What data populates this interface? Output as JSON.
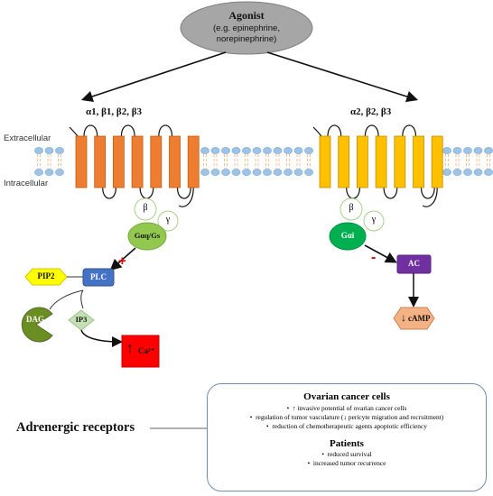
{
  "agonist": {
    "title": "Agonist",
    "subtitle_line1": "(e.g. epinephrine,",
    "subtitle_line2": "norepinephrine)"
  },
  "receptors": {
    "left_label": "α1, β1, β2, β3",
    "right_label": "α2, β2, β3"
  },
  "membrane": {
    "extracellular": "Extracellular",
    "intracellular": "Intracellular"
  },
  "left_pathway": {
    "beta": "β",
    "gamma": "γ",
    "g_alpha": "Gαq/Gs",
    "sign": "+",
    "plc": "PLC",
    "pip2": "PIP2",
    "dag": "DAG",
    "ip3": "IP3",
    "ca_arrow": "↑",
    "ca": "Ca²⁺"
  },
  "right_pathway": {
    "beta": "β",
    "gamma": "γ",
    "g_alpha": "Gαi",
    "sign": "-",
    "ac": "AC",
    "camp_arrow": "↓",
    "camp": "cAMP"
  },
  "adrenergic_label": "Adrenergic receptors",
  "effects_box": {
    "ovarian_title": "Ovarian cancer cells",
    "ovarian_items": [
      "↑ invasive potential of ovarian cancer cells",
      "regulation of tumor vasculature (↓ pericyte migration and recruitment)",
      "reduction of chemotherapeutic agents apoptotic efficiency"
    ],
    "patients_title": "Patients",
    "patients_items": [
      "reduced survival",
      "increased tumor recurrence"
    ],
    "bullet": "•"
  },
  "colors": {
    "agonist_fill": "#a6a6a6",
    "receptor_left": "#ed7d31",
    "receptor_right": "#ffc000",
    "g_alpha_left": "#92c84f",
    "g_alpha_right": "#00b050",
    "plc": "#4472c4",
    "pip2": "#ffff00",
    "dag": "#6b8e23",
    "ip3": "#c5e0b4",
    "ca": "#ff0000",
    "ac": "#7030a0",
    "camp": "#f4b183",
    "lipid_head": "#9dc3e6"
  }
}
